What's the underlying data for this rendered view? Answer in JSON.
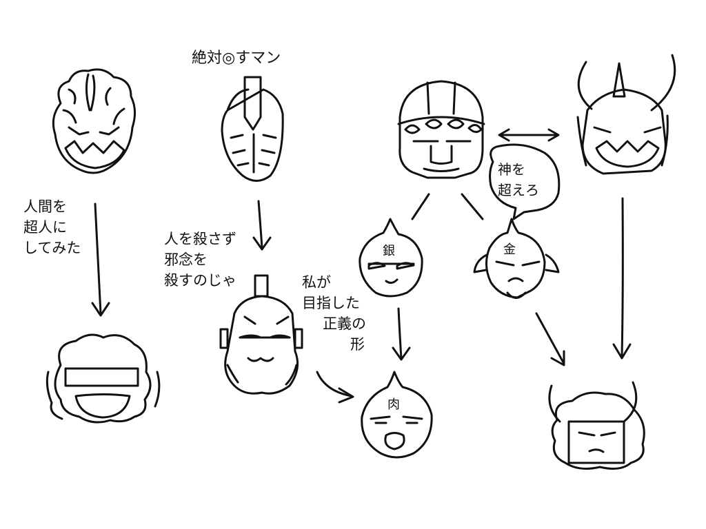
{
  "labels": {
    "zettai": "絶対◎すマン",
    "ningen_line1": "人間を",
    "ningen_line2": "超人に",
    "ningen_line3": "してみた",
    "hito_line1": "人を殺さず",
    "hito_line2": "邪念を",
    "hito_line3": "殺すのじゃ",
    "watashi_line1": "私が",
    "watashi_line2": "目指した",
    "watashi_line3": "正義の",
    "watashi_line4": "形",
    "bubble_line1": "神を",
    "bubble_line2": "超えろ",
    "gin_mark": "銀",
    "kin_mark": "金",
    "bottom_mark": "肉"
  },
  "colors": {
    "ink": "#111111",
    "paper": "#ffffff"
  }
}
